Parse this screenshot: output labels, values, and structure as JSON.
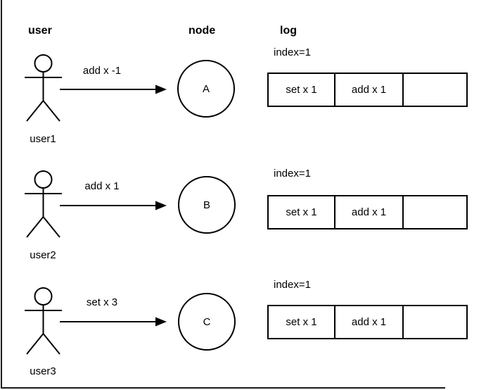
{
  "headers": {
    "user": "user",
    "node": "node",
    "log": "log"
  },
  "rows": [
    {
      "user": "user1",
      "message": "add x -1",
      "node": "A",
      "log_index": "index=1",
      "log_cells": [
        "set x 1",
        "add x 1",
        ""
      ]
    },
    {
      "user": "user2",
      "message": "add x 1",
      "node": "B",
      "log_index": "index=1",
      "log_cells": [
        "set x 1",
        "add x 1",
        ""
      ]
    },
    {
      "user": "user3",
      "message": "set x 3",
      "node": "C",
      "log_index": "index=1",
      "log_cells": [
        "set x 1",
        "add x 1",
        ""
      ]
    }
  ],
  "icons": {
    "user_figure": "stick-figure",
    "message_arrow": "arrow-right"
  },
  "colors": {
    "stroke": "#000000",
    "text": "#000000",
    "background": "#ffffff",
    "border_edge": "#1a1a1a"
  }
}
